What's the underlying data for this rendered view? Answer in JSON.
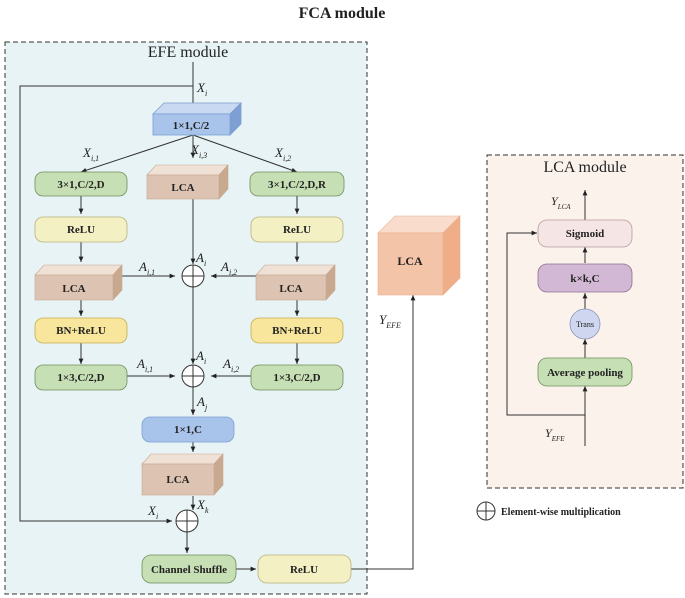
{
  "title": "FCA  module",
  "efe": {
    "title": "EFE  module",
    "labels": {
      "x_i_top": {
        "base": "X",
        "sub": "i"
      },
      "x_i1": {
        "base": "X",
        "sub": "i,1"
      },
      "x_i3": {
        "base": "X",
        "sub": "i,3"
      },
      "x_i2": {
        "base": "X",
        "sub": "i,2"
      },
      "a_i_1": {
        "base": "A",
        "sub": "i"
      },
      "a_i1_1": {
        "base": "A",
        "sub": "i,1"
      },
      "a_i2_1": {
        "base": "A",
        "sub": "i,2"
      },
      "a_i_2": {
        "base": "A",
        "sub": "i"
      },
      "a_i1_2": {
        "base": "A",
        "sub": "i,1"
      },
      "a_i2_2": {
        "base": "A",
        "sub": "i,2"
      },
      "a_j": {
        "base": "A",
        "sub": "j"
      },
      "x_i_bottom": {
        "base": "X",
        "sub": "i"
      },
      "x_k": {
        "base": "X",
        "sub": "k"
      }
    },
    "blocks": {
      "conv_top": "1×1,C/2",
      "conv_left": "3×1,C/2,D",
      "lca_mid": "LCA",
      "conv_right": "3×1,C/2,D,R",
      "relu_left": "ReLU",
      "relu_right": "ReLU",
      "lca_left": "LCA",
      "lca_right": "LCA",
      "bnrelu_left": "BN+ReLU",
      "bnrelu_right": "BN+ReLU",
      "conv13_left": "1×3,C/2,D",
      "conv13_right": "1×3,C/2,D",
      "conv_1x1": "1×1,C",
      "lca_bottom": "LCA",
      "channel_shuffle": "Channel Shuffle",
      "relu_out": "ReLU"
    }
  },
  "middle": {
    "lca_cube": "LCA",
    "y_efe": {
      "base": "Y",
      "sub": "EFE"
    }
  },
  "lca_module": {
    "title": "LCA  module",
    "y_lca": {
      "base": "Y",
      "sub": "LCA"
    },
    "sigmoid": "Sigmoid",
    "kxk": "k×k,C",
    "trans": "Trans",
    "avg_pool": "Average pooling",
    "y_efe": {
      "base": "Y",
      "sub": "EFE"
    }
  },
  "legend": {
    "label": "Element-wise multiplication"
  },
  "colors": {
    "efe_bg": "#e8f3f6",
    "lca_bg": "#fbf2ec",
    "green": "#c6dfb4",
    "yellow": "#f3f0c4",
    "blue": "#a9c4ea",
    "tan": "#ddc3b2",
    "bn_yellow": "#f7e69c",
    "purple": "#d2b8d4",
    "pink": "#f6e5e5",
    "orange_cube": "#f4c4a9"
  }
}
